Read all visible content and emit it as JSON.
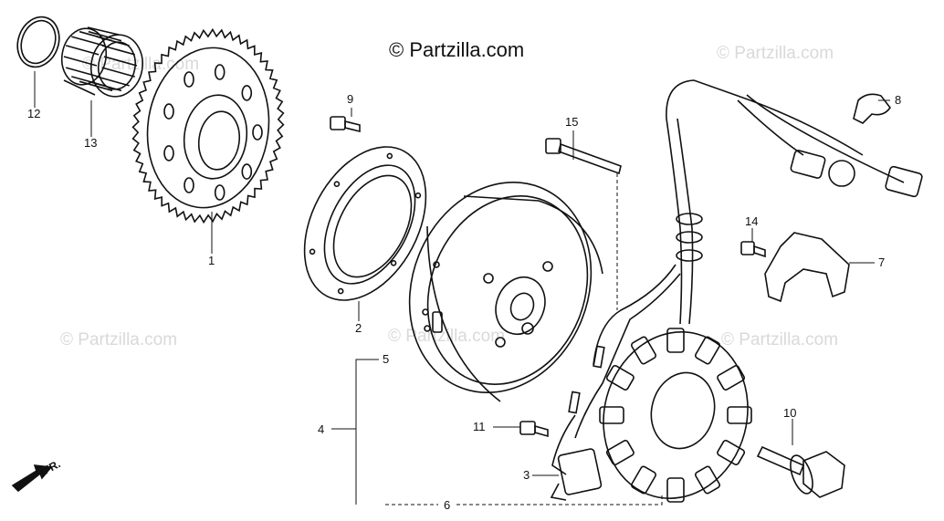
{
  "copyright": "© Partzilla.com",
  "watermark": "© Partzilla.com",
  "direction_label": "FR.",
  "callouts": [
    "1",
    "2",
    "3",
    "4",
    "5",
    "6",
    "7",
    "8",
    "9",
    "10",
    "11",
    "12",
    "13",
    "14",
    "15"
  ],
  "colors": {
    "ink": "#111111",
    "watermark": "#d9d9d9",
    "background": "#ffffff"
  }
}
